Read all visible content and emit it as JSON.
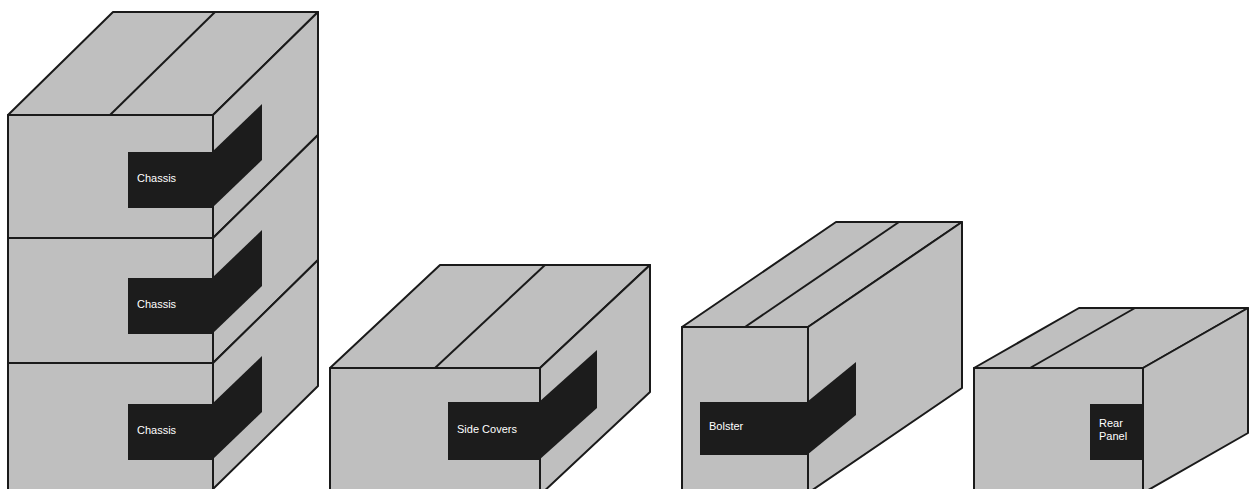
{
  "diagram": {
    "nodes": [
      {
        "text": [
          "Chassis"
        ]
      },
      {
        "text": [
          "Chassis"
        ]
      },
      {
        "text": [
          "Chassis"
        ]
      },
      {
        "text": [
          "Side Covers"
        ]
      },
      {
        "text": [
          "Bolster"
        ]
      },
      {
        "text": [
          "Rear Panel"
        ]
      }
    ]
  }
}
